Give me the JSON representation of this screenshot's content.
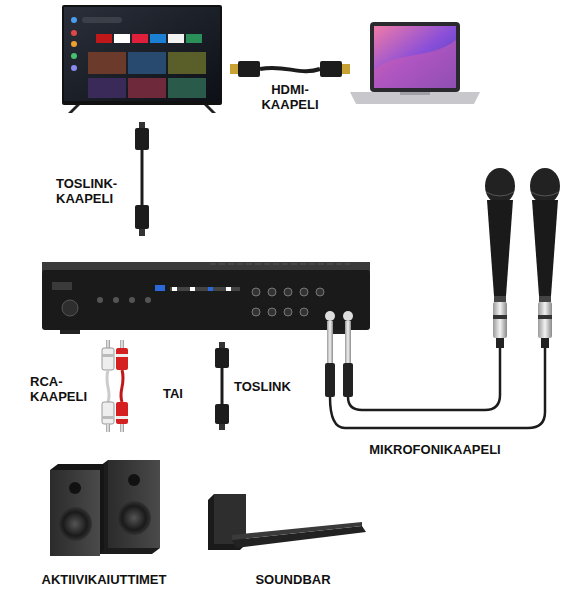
{
  "diagram": {
    "labels": [
      "HDMI- KAAPELI",
      "TOSLINK- KAAPELI",
      "RCA- KAAPELI",
      "TAI",
      "TOSLINK",
      "MIKROFONIKAAPELI",
      "AKTIIVIKAIUTTIMET",
      "SOUNDBAR"
    ]
  }
}
